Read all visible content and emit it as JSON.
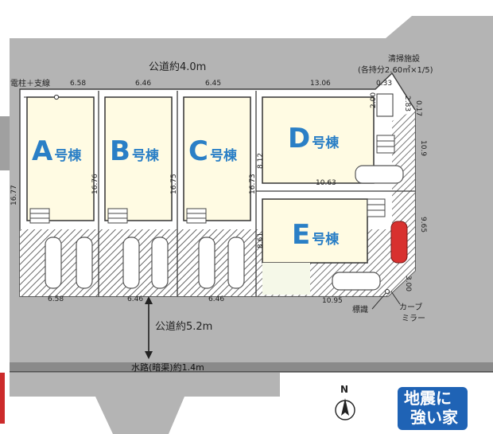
{
  "roads": {
    "north": "公道約4.0m",
    "south": "公道約5.2m",
    "waterway": "水路(暗渠)約1.4m"
  },
  "notes": {
    "pole": "電柱＋支線",
    "garbage_title": "清掃施設",
    "garbage_detail": "(各持分2.60㎡×1/5)",
    "sign": "標識",
    "mirror_line1": "カーブ",
    "mirror_line2": "ミラー",
    "north_mark": "N"
  },
  "buildings": [
    {
      "letter": "A",
      "suffix": "号棟"
    },
    {
      "letter": "B",
      "suffix": "号棟"
    },
    {
      "letter": "C",
      "suffix": "号棟"
    },
    {
      "letter": "D",
      "suffix": "号棟"
    },
    {
      "letter": "E",
      "suffix": "号棟"
    }
  ],
  "dims": {
    "top_a": "6.58",
    "top_b": "6.46",
    "top_c": "6.45",
    "top_d": "13.06",
    "top_gc": "0.33",
    "bottom_a": "6.58",
    "bottom_b": "6.46",
    "bottom_c": "6.46",
    "bottom_e": "10.95",
    "left_a": "16.77",
    "mid_ab": "16.76",
    "mid_bc": "16.75",
    "mid_cd": "16.73",
    "d_left": "8.12",
    "d_bottom": "10.63",
    "e_left": "8.61",
    "right_d": "10.9",
    "right_e": "9.65",
    "corner_a": "2.00",
    "corner_b": "2.83",
    "corner_c": "0.17",
    "corner_e": "3.00"
  },
  "badge": {
    "line1": "地震に",
    "line2": "強い家"
  },
  "colors": {
    "road": "#b4b4b4",
    "lot_line": "#3c3c3c",
    "building_fill": "#fffbe3",
    "accent": "#2a7fc6",
    "badge": "#1f63b5",
    "car_red": "#d8312f"
  }
}
